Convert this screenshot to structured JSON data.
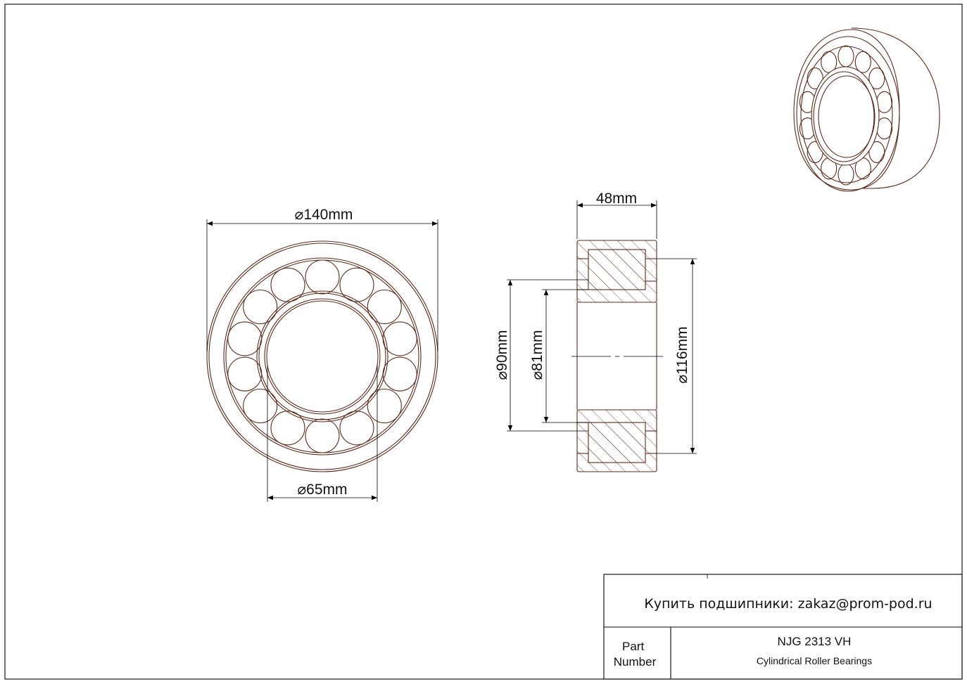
{
  "drawing": {
    "dim_outer_diameter": "140mm",
    "dim_bore": "65mm",
    "dim_width": "48mm",
    "dim_d90": "90mm",
    "dim_d81": "81mm",
    "dim_d116": "116mm",
    "diameter_symbol": "⌀",
    "roller_count": 14
  },
  "title_block": {
    "contact": "Купить подшипники: zakaz@prom-pod.ru",
    "part_label_line1": "Part",
    "part_label_line2": "Number",
    "part_number": "NJG 2313 VH",
    "description": "Cylindrical Roller Bearings"
  }
}
